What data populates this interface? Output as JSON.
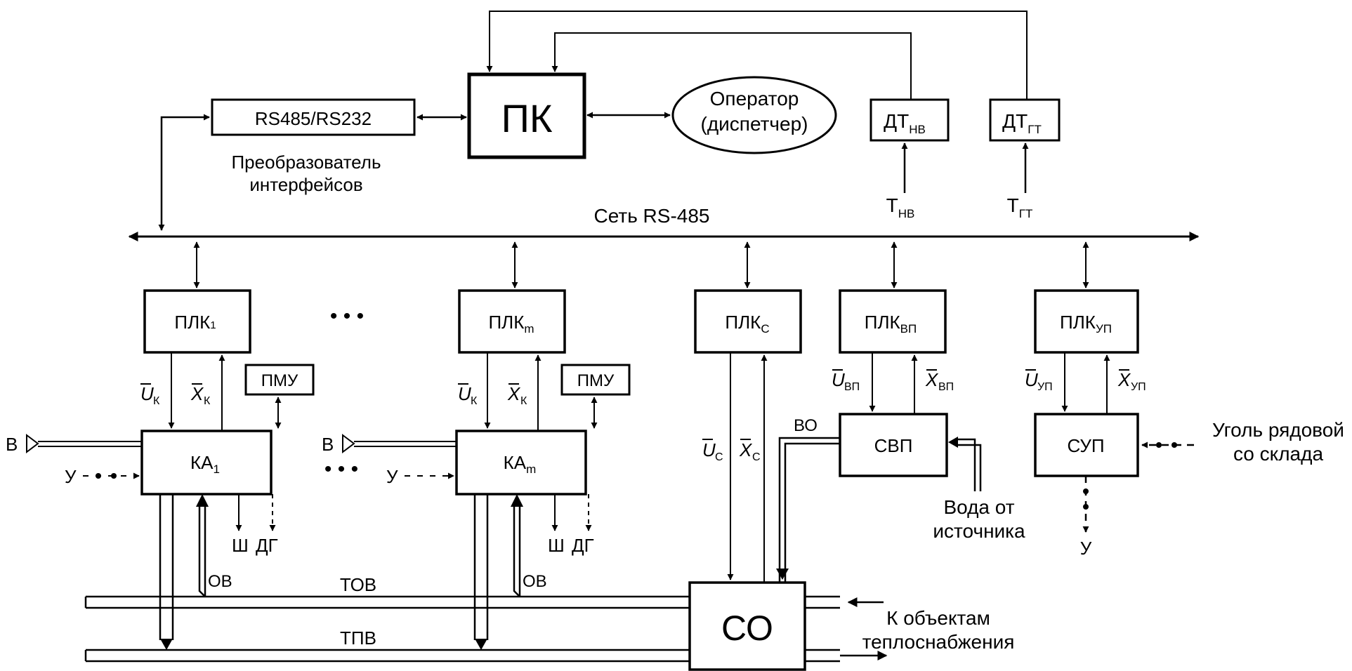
{
  "blocks": {
    "pk": "ПК",
    "converter": "RS485/RS232",
    "converter_caption_1": "Преобразователь",
    "converter_caption_2": "интерфейсов",
    "operator_1": "Оператор",
    "operator_2": "(диспетчер)",
    "dt_nv": "ДТ",
    "dt_nv_sub": "НВ",
    "dt_gt": "ДТ",
    "dt_gt_sub": "ГТ",
    "plk1": "ПЛК",
    "plk1_sub": "1",
    "plkm": "ПЛК",
    "plkm_sub": "m",
    "plkc": "ПЛК",
    "plkc_sub": "С",
    "plkvp": "ПЛК",
    "plkvp_sub": "ВП",
    "plkup": "ПЛК",
    "plkup_sub": "УП",
    "pmu1": "ПМУ",
    "pmum": "ПМУ",
    "ka1": "КА",
    "ka1_sub": "1",
    "kam": "КА",
    "kam_sub": "m",
    "svp": "СВП",
    "sup": "СУП",
    "so": "СО"
  },
  "labels": {
    "network": "Сеть RS-485",
    "t_nv": "Т",
    "t_nv_sub": "НВ",
    "t_gt": "Т",
    "t_gt_sub": "ГТ",
    "dots": "• • •",
    "u": "U",
    "x": "X",
    "sub_k": "К",
    "sub_c": "С",
    "sub_vp": "ВП",
    "sub_up": "УП",
    "in_v": "В",
    "in_u": "У",
    "out_sh": "Ш",
    "out_dg": "ДГ",
    "ov": "ОВ",
    "vo": "ВО",
    "tov": "ТОВ",
    "tpv": "ТПВ",
    "water_1": "Вода от",
    "water_2": "источника",
    "coal_1": "Уголь рядовой",
    "coal_2": "со склада",
    "out_u": "У",
    "consumers_1": "К объектам",
    "consumers_2": "теплоснабжения"
  }
}
